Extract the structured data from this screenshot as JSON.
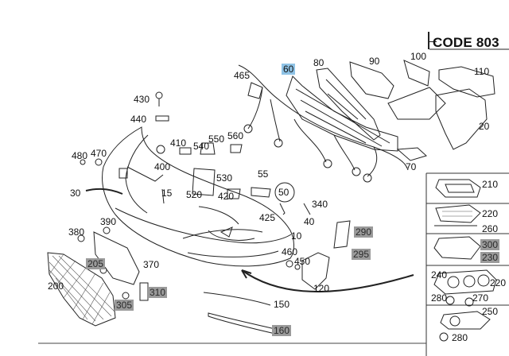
{
  "header": {
    "code": "CODE 803"
  },
  "labels": {
    "p10": "10",
    "p15": "15",
    "p20": "20",
    "p30": "30",
    "p40": "40",
    "p50": "50",
    "p55": "55",
    "p60": "60",
    "p70": "70",
    "p80": "80",
    "p90": "90",
    "p100": "100",
    "p110": "110",
    "p120": "120",
    "p150": "150",
    "p160": "160",
    "p200": "200",
    "p205": "205",
    "p210": "210",
    "p220": "220",
    "p230": "230",
    "p240": "240",
    "p250": "250",
    "p260": "260",
    "p270": "270",
    "p280a": "280",
    "p280b": "280",
    "p290": "290",
    "p295": "295",
    "p300": "300",
    "p305": "305",
    "p310": "310",
    "p340": "340",
    "p370": "370",
    "p380": "380",
    "p390": "390",
    "p400": "400",
    "p410": "410",
    "p420": "420",
    "p425": "425",
    "p430": "430",
    "p440": "440",
    "p450": "450",
    "p460": "460",
    "p465": "465",
    "p470": "470",
    "p480": "480",
    "p520": "520",
    "p530": "530",
    "p540": "540",
    "p550": "550",
    "p560": "560"
  },
  "colors": {
    "highlight": "#9a9a9a",
    "selected": "#8fc3e6",
    "line": "#222222"
  }
}
